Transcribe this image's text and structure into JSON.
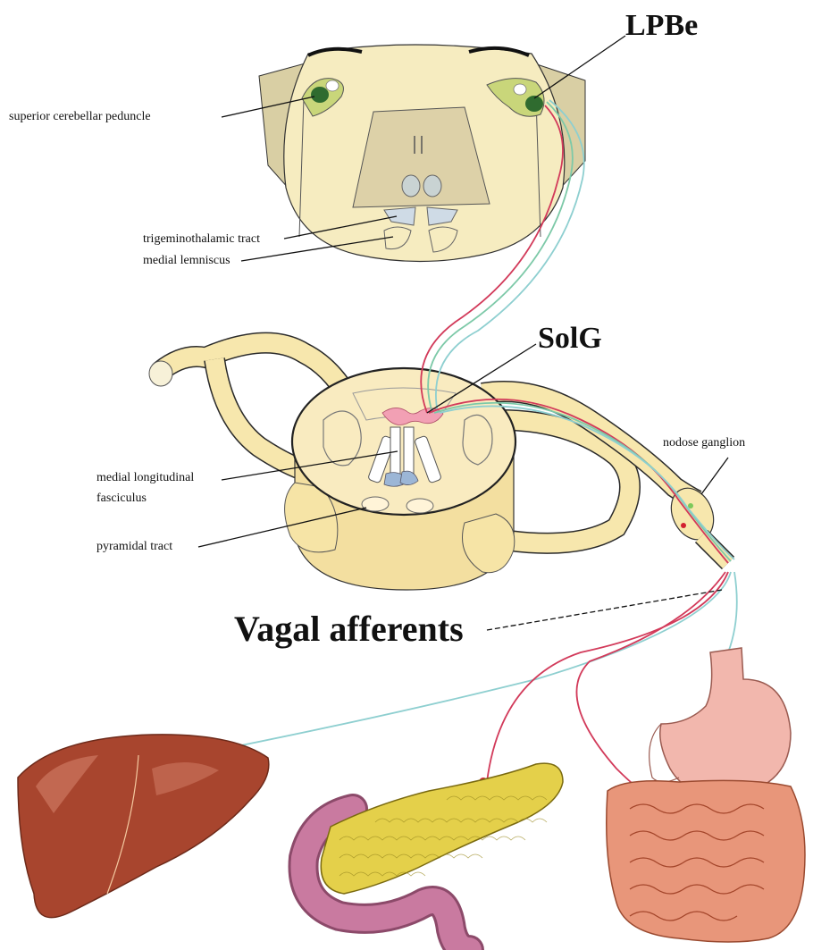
{
  "labels": {
    "lpbe": "LPBe",
    "superior_cerebellar_peduncle": "superior cerebellar peduncle",
    "trigeminothalamic_tract": "trigeminothalamic tract",
    "medial_lemniscus": "medial lemniscus",
    "solg": "SolG",
    "nodose_ganglion": "nodose ganglion",
    "medial_longitudinal_fasciculus_line1": "medial longitudinal",
    "medial_longitudinal_fasciculus_line2": "fasciculus",
    "pyramidal_tract": "pyramidal tract",
    "vagal_afferents": "Vagal afferents"
  },
  "colors": {
    "pons_fill": "#f6ecc0",
    "pons_shade": "#d9cfa4",
    "peduncle_green": "#c9d67a",
    "nucleus_dark_green": "#2f6b2f",
    "tract_blue": "#cfdbe6",
    "medulla_fill": "#f7e7ad",
    "medulla_outline": "#2a2a2a",
    "solg_pink": "#f2a0b4",
    "fiber_red": "#d23a5a",
    "fiber_green": "#7dc9a8",
    "fiber_teal": "#8ecfd0",
    "liver": "#a8452e",
    "pancreas": "#e4d04a",
    "duodenum": "#c97aa0",
    "stomach": "#f2b7ad",
    "intestine": "#e8967a"
  }
}
